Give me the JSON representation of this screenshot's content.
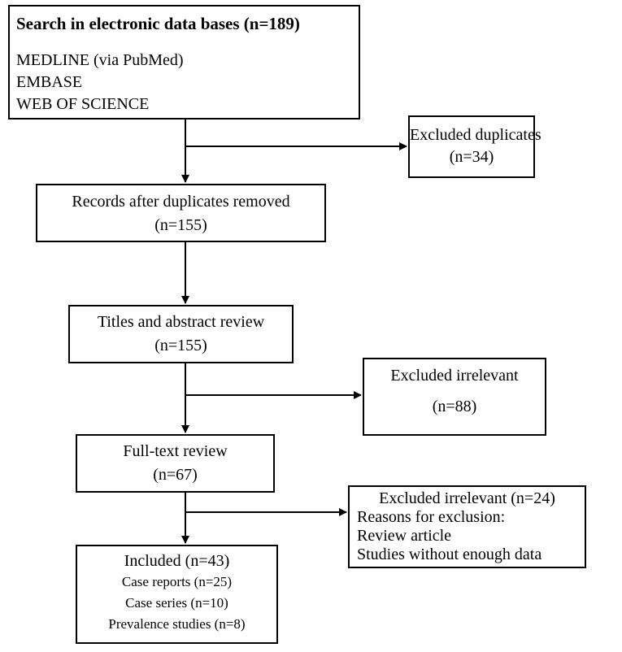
{
  "search": {
    "title": "Search in electronic data bases (n=189)",
    "databases": [
      "MEDLINE (via PubMed)",
      "EMBASE",
      "WEB OF SCIENCE"
    ]
  },
  "excluded_duplicates": {
    "label": "Excluded duplicates",
    "count": "(n=34)"
  },
  "records_after_dedup": {
    "label": "Records after duplicates removed",
    "count": "(n=155)"
  },
  "titles_abstract": {
    "label": "Titles and abstract review",
    "count": "(n=155)"
  },
  "excluded_irrelevant_1": {
    "label": "Excluded irrelevant",
    "count": "(n=88)"
  },
  "full_text": {
    "label": "Full-text review",
    "count": "(n=67)"
  },
  "excluded_irrelevant_2": {
    "label": "Excluded irrelevant (n=24)",
    "reasons_title": "Reasons for exclusion:",
    "reasons": [
      "Review article",
      "Studies without enough data"
    ]
  },
  "included": {
    "label": "Included (n=43)",
    "items": [
      "Case reports (n=25)",
      "Case series (n=10)",
      "Prevalence studies (n=8)"
    ]
  }
}
